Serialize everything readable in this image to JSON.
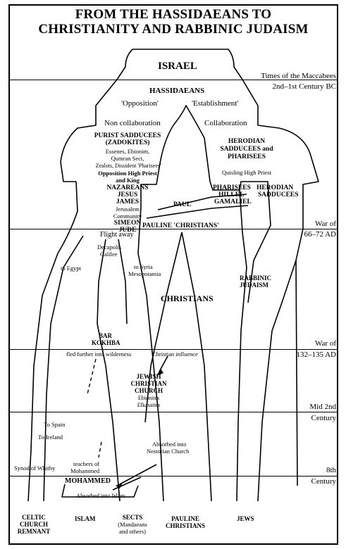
{
  "title": {
    "line1": "FROM THE HASSIDAEANS TO",
    "line2": "CHRISTIANITY AND RABBINIC JUDAISM"
  },
  "eras": {
    "maccabees": "Times of the Maccabees",
    "century": "2nd–1st Century BC",
    "war1_a": "War of",
    "war1_b": "66–72 AD",
    "war2_a": "War of",
    "war2_b": "132–135 AD",
    "mid_a": "Mid 2nd",
    "mid_b": "Century",
    "c8_a": "8th",
    "c8_b": "Century"
  },
  "nodes": {
    "israel": "ISRAEL",
    "hassidaeans": "HASSIDAEANS",
    "opposition": "'Opposition'",
    "establishment": "'Establishment'",
    "non_collab": "Non collaboration",
    "collab": "Collaboration",
    "purist1": "PURIST SADDUCEES",
    "purist2": "(ZADOKITES)",
    "essenes1": "Essenes, Ebionim,",
    "essenes2": "Qumran Sect,",
    "essenes3": "Zealots, Dissident 'Pharisees'",
    "opp_priest1": "Opposition High Priest",
    "opp_priest2": "and King",
    "naz1": "NAZAREANS",
    "naz2": "JESUS",
    "naz3": "JAMES",
    "jer1": "Jerusalem",
    "jer2": "Community",
    "naz4": "SIMEON",
    "naz5": "JUDE",
    "herod1": "HERODIAN",
    "herod2": "SADDUCEES and",
    "herod3": "PHARISEES",
    "quisling": "Quisling High Priest",
    "pharisees": "PHARISEES",
    "herodian2": "HERODIAN",
    "hillel": "HILLEL",
    "sadducees": "SADDUCEES",
    "gamaliel": "GAMALIEL",
    "paul": "PAUL",
    "pauline": "PAULINE 'CHRISTIANS'",
    "flight": "Flight away",
    "decapolis1": "Decapolis",
    "decapolis2": "Galilee",
    "egypt": "to Egypt",
    "syria1": "to Syria",
    "syria2": "Mesopotamia",
    "rabbinic1": "RABBINIC",
    "rabbinic2": "JUDAISM",
    "christians": "CHRISTIANS",
    "bar1": "BAR",
    "bar2": "KOKHBA",
    "fled": "fled further into wilderness",
    "christ_infl": "Christian influence",
    "jcc1": "JEWISH",
    "jcc2": "CHRISTIAN",
    "jcc3": "CHURCH",
    "jcc4": "Ebionites",
    "jcc5": "Elkasaites",
    "spain": "To Spain",
    "ireland": "To Ireland",
    "absorbed_nest1": "Absorbed into",
    "absorbed_nest2": "Nestorian Church",
    "whitby": "Synod of Whitby",
    "teachers1": "teachers of",
    "teachers2": "Mohammed",
    "mohammed": "MOHAMMED",
    "absorbed_islam": "Absorbed into Islam",
    "celtic1": "CELTIC",
    "celtic2": "CHURCH",
    "celtic3": "REMNANT",
    "islam": "ISLAM",
    "sects1": "SECTS",
    "sects2": "(Mandaeans",
    "sects3": "and others)",
    "pauline_end1": "PAULINE",
    "pauline_end2": "CHRISTIANS",
    "jews": "JEWS"
  }
}
